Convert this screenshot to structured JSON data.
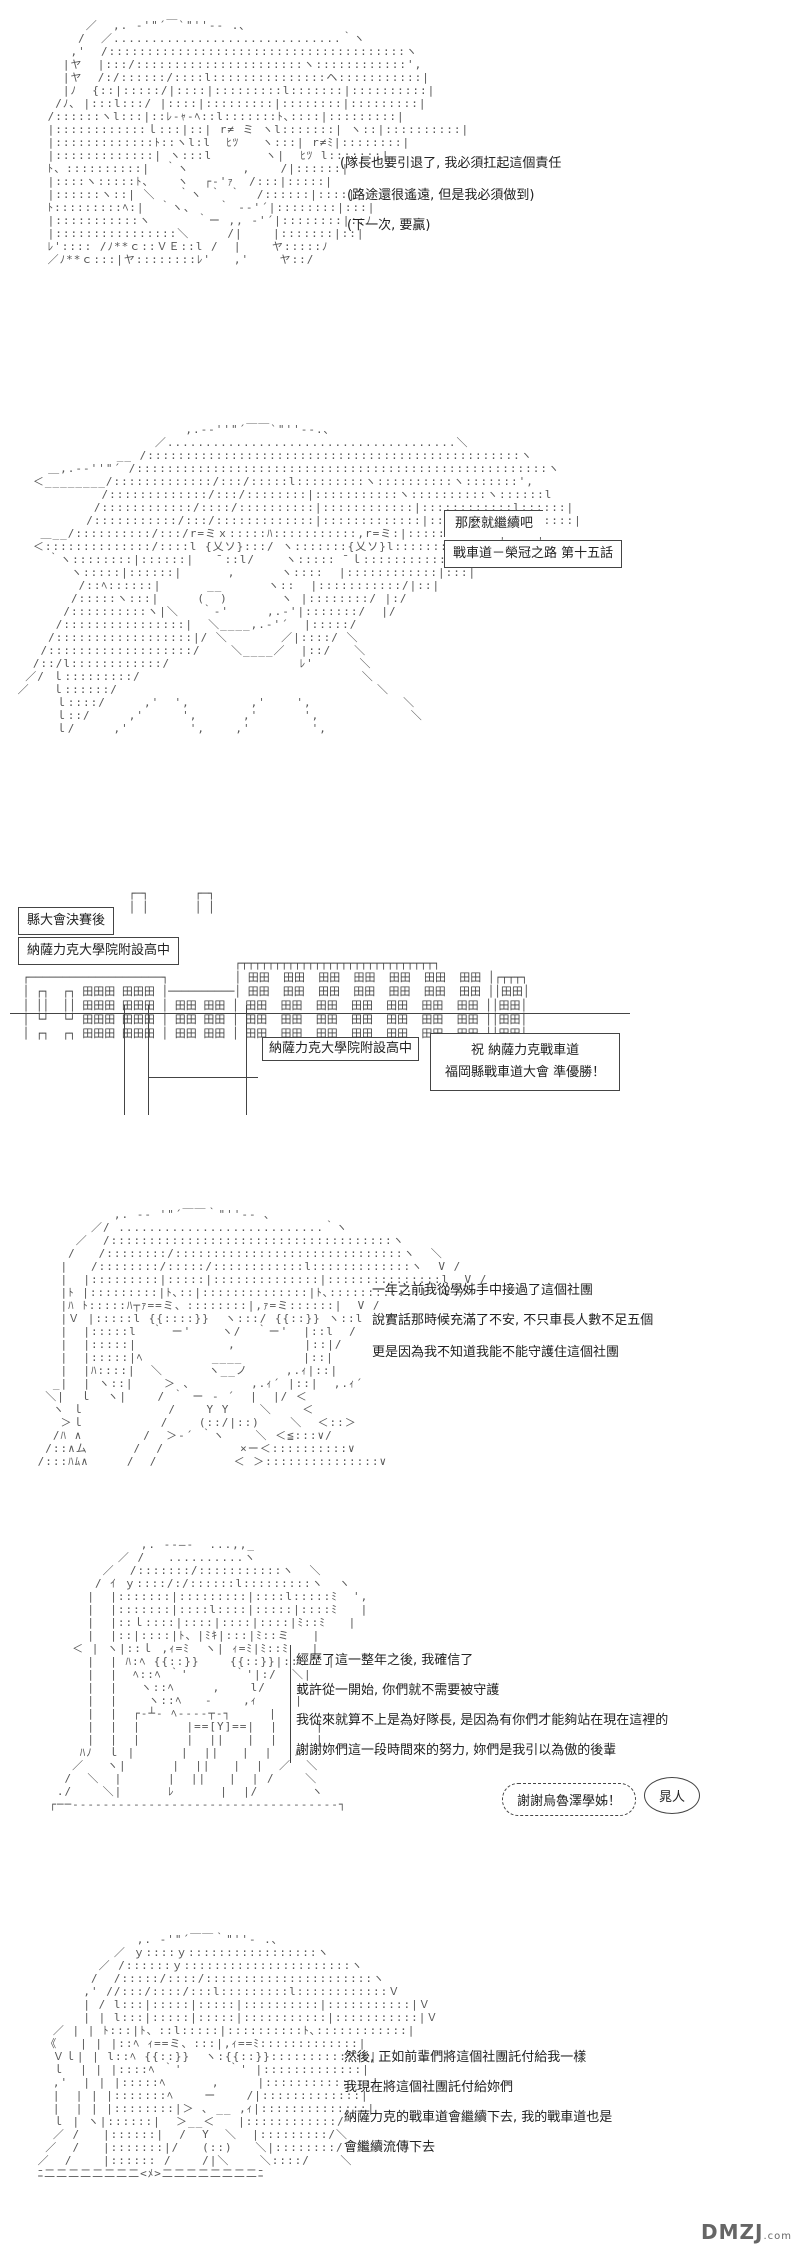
{
  "panel1": {
    "lines": [
      "(隊長也要引退了, 我必須扛起這個責任",
      "(路途還很遙遠, 但是我必須做到)",
      "(下一次, 要贏)"
    ]
  },
  "panel2": {
    "speech": "那麼就繼續吧",
    "caption": "戰車道－榮冠之路 第十五話"
  },
  "panel3": {
    "caption_line1": "縣大會決賽後",
    "caption_line2": "納薩力克大學院附設高中",
    "sign_school": "納薩力克大學院附設高中",
    "banner_line1": "祝 納薩力克戰車道",
    "banner_line2": "福岡縣戰車道大會 準優勝！"
  },
  "panel4": {
    "lines": [
      "一年之前我從學姊手中接過了這個社團",
      "說實話那時候充滿了不安, 不只車長人數不足五個",
      "更是因為我不知道我能不能守護住這個社團"
    ]
  },
  "panel5": {
    "lines": [
      "經歷了這一整年之後, 我確信了",
      "或許從一開始, 你們就不需要被守護",
      "我從來就算不上是為好隊長, 是因為有你們才能夠站在現在這裡的",
      "謝謝妳們這一段時間來的努力, 妳們是我引以為傲的後輩"
    ],
    "shout": "謝謝烏魯澤學姊！",
    "reply": "晁人"
  },
  "panel6": {
    "lines": [
      "然後, 正如前輩們將這個社團託付給我一樣",
      "我現在將這個社團託付給妳們",
      "納薩力克的戰車道會繼續下去, 我的戰車道也是",
      "會繼續流傳下去"
    ]
  },
  "watermark": {
    "main": "DMZJ",
    "sub": ".com"
  }
}
